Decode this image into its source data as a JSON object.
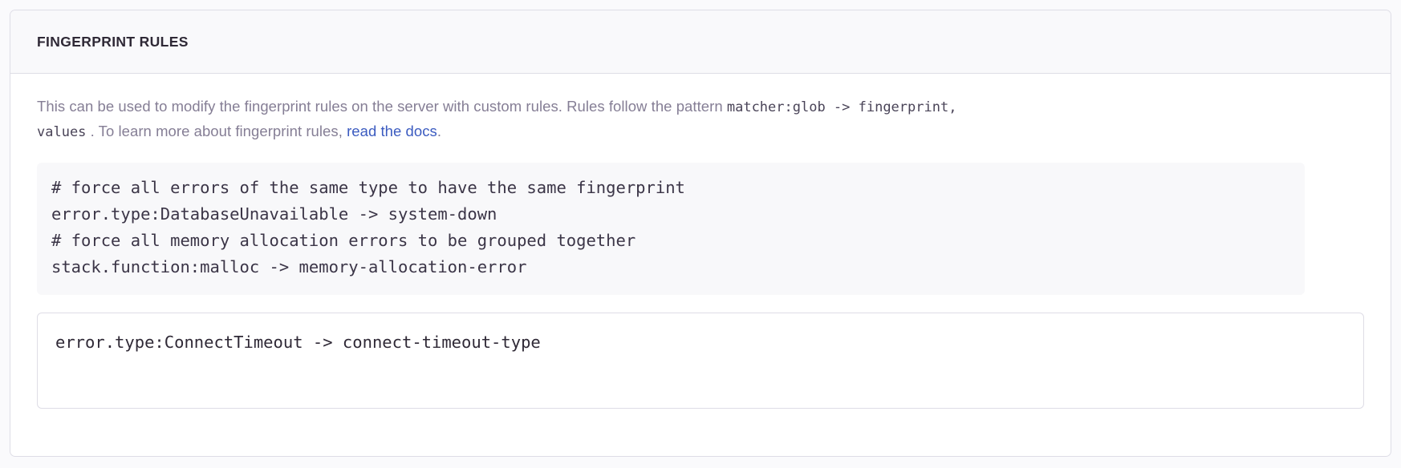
{
  "panel": {
    "title": "FINGERPRINT RULES",
    "description": {
      "part1": "This can be used to modify the fingerprint rules on the server with custom rules. Rules follow the pattern ",
      "code1": "matcher:glob -> fingerprint,",
      "code2": "values",
      "part2": " . To learn more about fingerprint rules, ",
      "link_label": "read the docs",
      "part3": "."
    },
    "example_code": "# force all errors of the same type to have the same fingerprint\nerror.type:DatabaseUnavailable -> system-down\n# force all memory allocation errors to be grouped together\nstack.function:malloc -> memory-allocation-error",
    "rules_input": {
      "value": "error.type:ConnectTimeout -> connect-timeout-type",
      "placeholder": ""
    }
  },
  "colors": {
    "link": "#3B5BC0",
    "title": "#2F2936",
    "muted_text": "#857E95",
    "border": "#DEDDE6",
    "code_bg": "#F8F8FA",
    "header_bg": "#F9F9FB"
  }
}
